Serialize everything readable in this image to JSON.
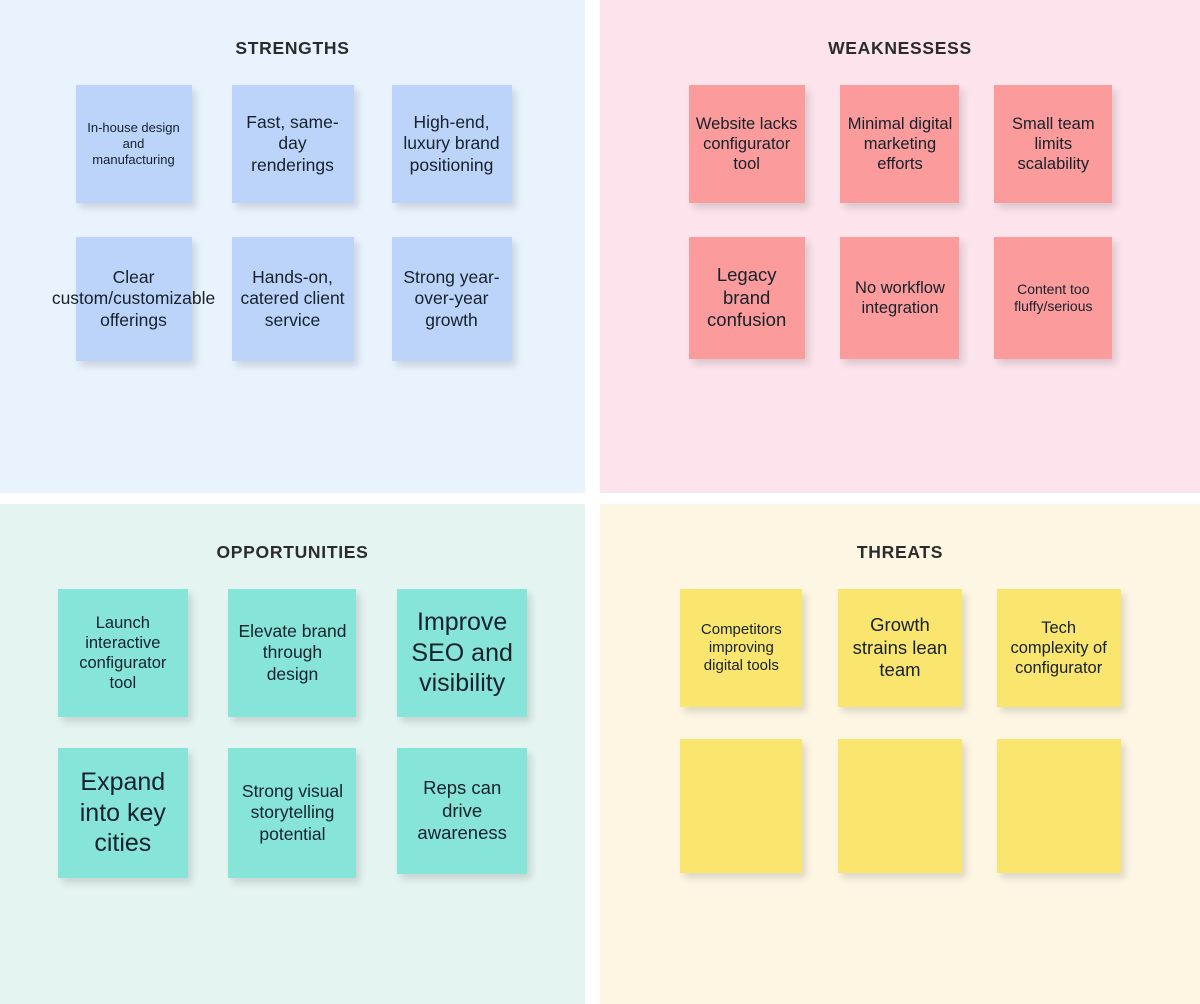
{
  "board": {
    "type": "swot-analysis",
    "colors": {
      "page_background": "#ffffff",
      "strengths_background": "#e9f3fd",
      "strengths_note": "#bdd4fa",
      "weaknesses_background": "#fce3ec",
      "weaknesses_note": "#fb9b9b",
      "opportunities_background": "#e4f4f0",
      "opportunities_note": "#86e4d9",
      "threats_background": "#fdf6e3",
      "threats_note": "#fae56f",
      "title_text": "#2b2b2b",
      "note_text": "#15212b"
    }
  },
  "quadrants": {
    "strengths": {
      "title": "STRENGTHS",
      "notes": [
        {
          "text": "In-house design and manufacturing"
        },
        {
          "text": "Fast, same-day renderings"
        },
        {
          "text": "High-end, luxury brand positioning"
        },
        {
          "text": "Clear custom/customizable offerings"
        },
        {
          "text": "Hands-on, catered client service"
        },
        {
          "text": "Strong year-over-year growth"
        }
      ]
    },
    "weaknesses": {
      "title": "WEAKNESSESS",
      "notes": [
        {
          "text": "Website lacks configurator tool"
        },
        {
          "text": "Minimal digital marketing efforts"
        },
        {
          "text": "Small team limits scalability"
        },
        {
          "text": "Legacy brand confusion"
        },
        {
          "text": "No workflow integration"
        },
        {
          "text": "Content too fluffy/serious"
        }
      ]
    },
    "opportunities": {
      "title": "OPPORTUNITIES",
      "notes": [
        {
          "text": "Launch interactive configurator tool"
        },
        {
          "text": "Elevate brand through design"
        },
        {
          "text": "Improve SEO and visibility"
        },
        {
          "text": "Expand into key cities"
        },
        {
          "text": "Strong visual storytelling potential"
        },
        {
          "text": "Reps can drive awareness"
        }
      ]
    },
    "threats": {
      "title": "THREATS",
      "notes": [
        {
          "text": "Competitors improving digital tools"
        },
        {
          "text": "Growth strains lean team"
        },
        {
          "text": "Tech complexity of configurator"
        },
        {
          "text": ""
        },
        {
          "text": ""
        },
        {
          "text": ""
        }
      ]
    }
  }
}
